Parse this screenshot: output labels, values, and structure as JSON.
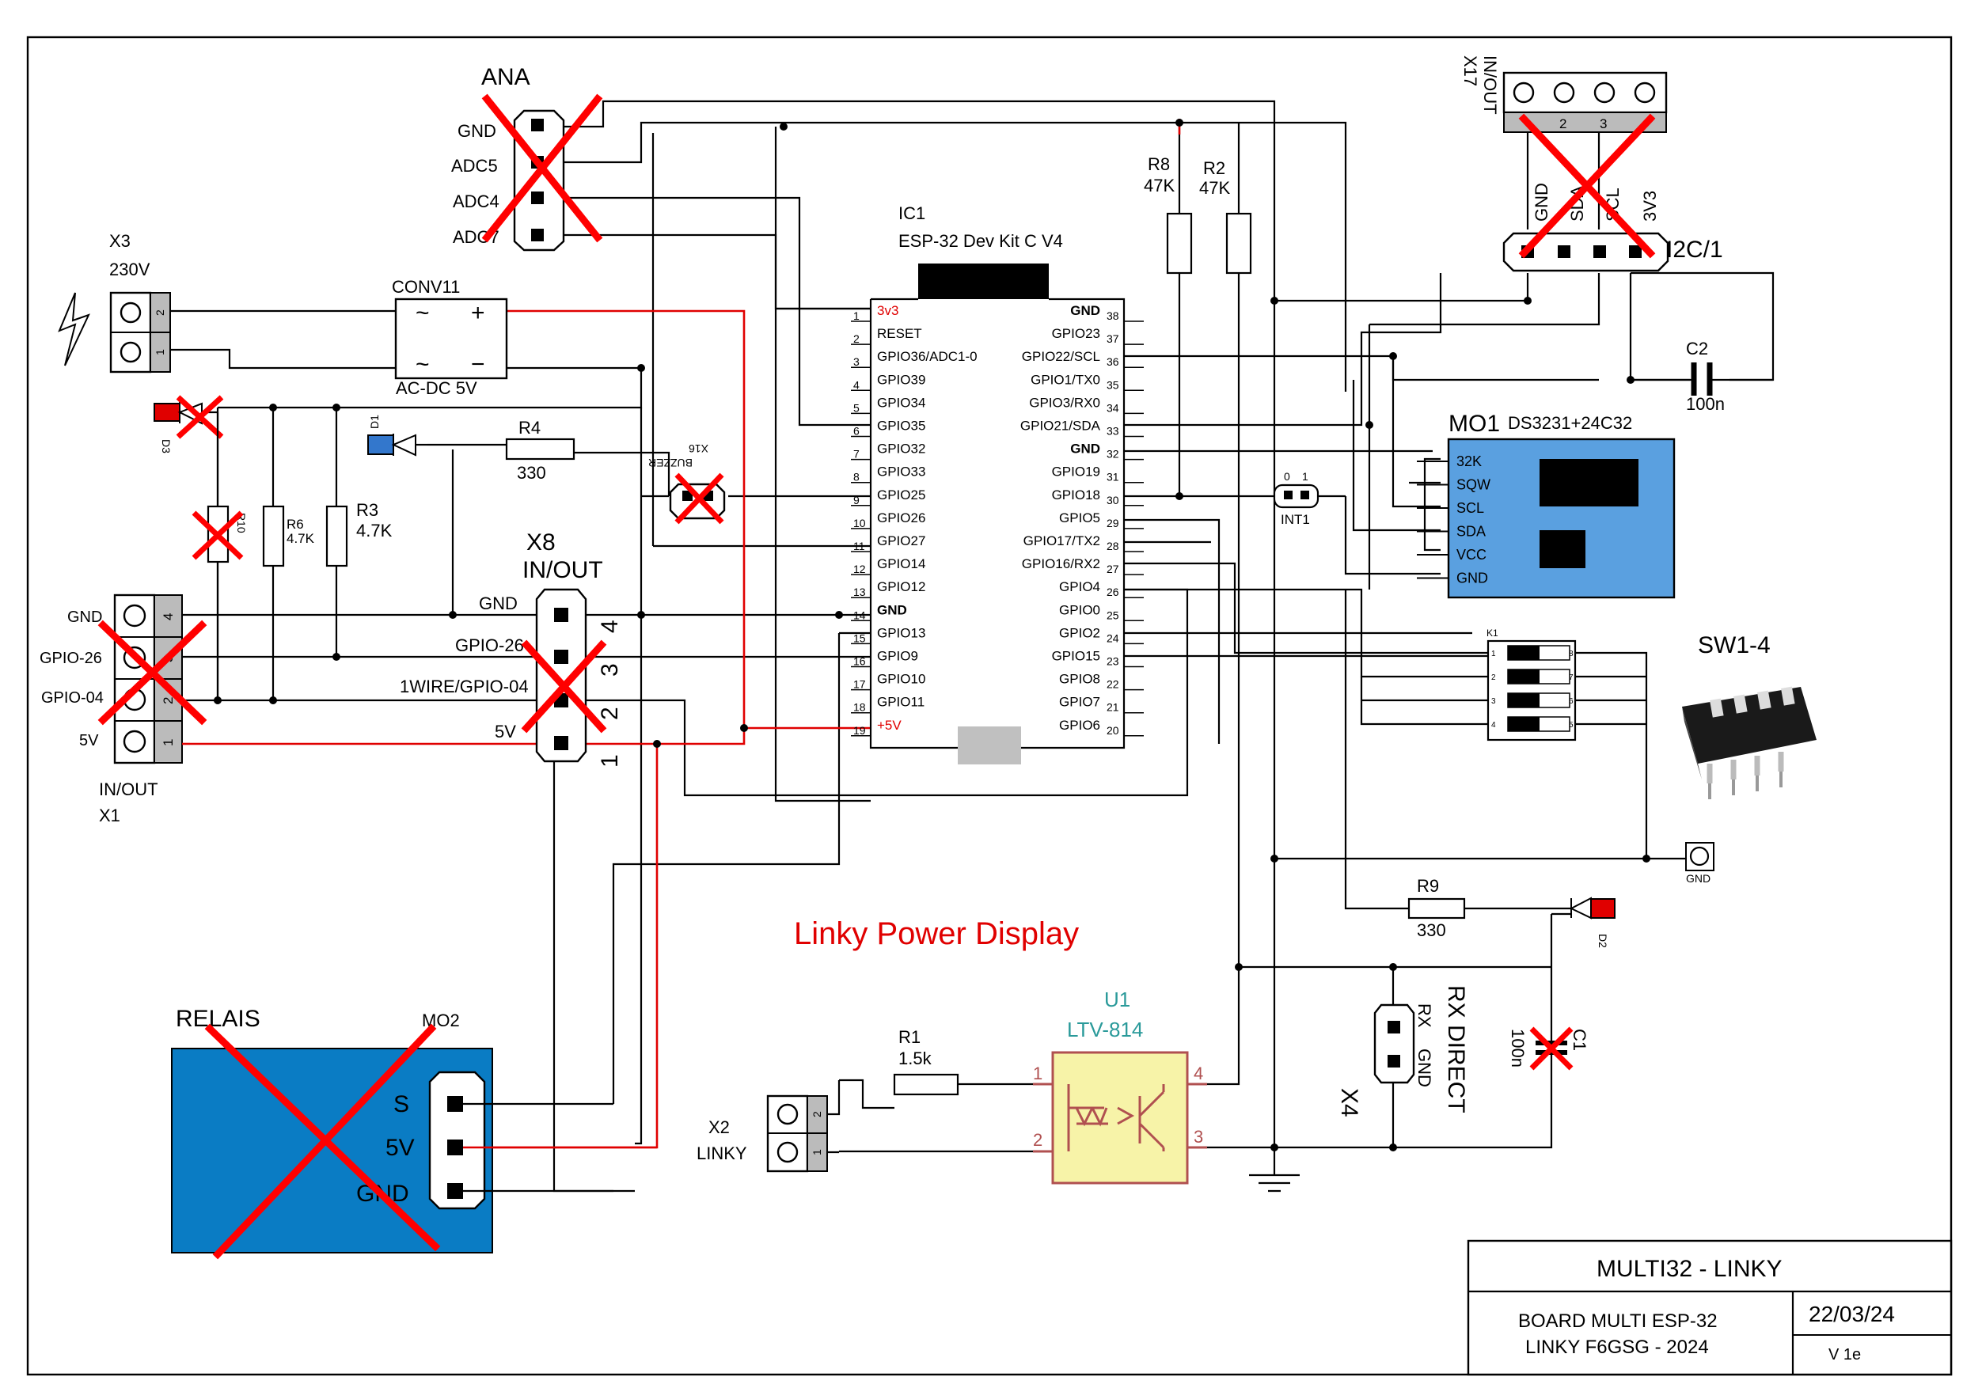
{
  "title": "Linky Power Display",
  "titleblock": {
    "name": "MULTI32 - LINKY",
    "desc1": "BOARD MULTI  ESP-32",
    "desc2": "LINKY   F6GSG -  2024",
    "date": "22/03/24",
    "version": "V 1e"
  },
  "ic1": {
    "ref": "IC1",
    "name": "ESP-32 Dev Kit C V4",
    "left_pins": [
      "3v3",
      "RESET",
      "GPIO36/ADC1-0",
      "GPIO39",
      "GPIO34",
      "GPIO35",
      "GPIO32",
      "GPIO33",
      "GPIO25",
      "GPIO26",
      "GPIO27",
      "GPIO14",
      "GPIO12",
      "GND",
      "GPIO13",
      "GPIO9",
      "GPIO10",
      "GPIO11",
      "+5V"
    ],
    "left_nums": [
      "1",
      "2",
      "3",
      "4",
      "5",
      "6",
      "7",
      "8",
      "9",
      "10",
      "11",
      "12",
      "13",
      "14",
      "15",
      "16",
      "17",
      "18",
      "19"
    ],
    "right_pins": [
      "GND",
      "GPIO23",
      "GPIO22/SCL",
      "GPIO1/TX0",
      "GPIO3/RX0",
      "GPIO21/SDA",
      "GND",
      "GPIO19",
      "GPIO18",
      "GPIO5",
      "GPIO17/TX2",
      "GPIO16/RX2",
      "GPIO4",
      "GPIO0",
      "GPIO2",
      "GPIO15",
      "GPIO8",
      "GPIO7",
      "GPIO6"
    ],
    "right_nums": [
      "38",
      "37",
      "36",
      "35",
      "34",
      "33",
      "32",
      "31",
      "30",
      "29",
      "28",
      "27",
      "26",
      "25",
      "24",
      "23",
      "22",
      "21",
      "20"
    ]
  },
  "ana": {
    "title": "ANA",
    "pins": [
      "GND",
      "ADC5",
      "ADC4",
      "ADC7"
    ]
  },
  "x17": {
    "ref": "X17",
    "sub": "IN/OUT",
    "nums": [
      "2",
      "3"
    ],
    "pins": [
      "GND",
      "SDA",
      "SCL",
      "3V3"
    ],
    "i2c": "I2C/1"
  },
  "x3": {
    "ref": "X3",
    "volt": "230V",
    "nums": [
      "2",
      "1"
    ]
  },
  "conv": {
    "ref": "CONV11",
    "type": "AC-DC 5V",
    "ac": "~",
    "plus": "+",
    "minus": "−"
  },
  "resistors": {
    "r8": [
      "R8",
      "47K"
    ],
    "r2": [
      "R2",
      "47K"
    ],
    "r4": [
      "R4",
      "330"
    ],
    "r6": [
      "R6",
      "4.7K"
    ],
    "r3": [
      "R3",
      "4.7K"
    ],
    "r10": "R10",
    "r1": [
      "R1",
      "1.5k"
    ],
    "r9": [
      "R9",
      "330"
    ]
  },
  "d1": "D1",
  "d3": "D3",
  "d2": "D2",
  "buzzer": {
    "ref": "X16",
    "name": "BUZZER"
  },
  "c2": [
    "C2",
    "100n"
  ],
  "c1": [
    "C1",
    "100n"
  ],
  "mo1": {
    "ref": "MO1",
    "name": "DS3231+24C32",
    "pins": [
      "32K",
      "SQW",
      "SCL",
      "SDA",
      "VCC",
      "GND"
    ]
  },
  "int1": {
    "ref": "INT1",
    "nums": [
      "0",
      "1"
    ]
  },
  "x8": {
    "ref": "X8",
    "sub": "IN/OUT",
    "labels": [
      "GND",
      "GPIO-26",
      "1WIRE/GPIO-04",
      "5V"
    ],
    "nums": [
      "4",
      "3",
      "2",
      "1"
    ]
  },
  "x1": {
    "ref": "X1",
    "sub": "IN/OUT",
    "labels": [
      "GND",
      "GPIO-26",
      "GPIO-04",
      "5V"
    ],
    "nums": [
      "4",
      "3",
      "2",
      "1"
    ]
  },
  "k1": {
    "ref": "K1",
    "left": [
      "1",
      "2",
      "3",
      "4"
    ],
    "right": [
      "8",
      "7",
      "6",
      "5"
    ]
  },
  "sw": "SW1-4",
  "gnd_term": "GND",
  "relais": {
    "title": "RELAIS",
    "ref": "MO2",
    "pins": [
      "S",
      "5V",
      "GND"
    ]
  },
  "u1": {
    "ref": "U1",
    "name": "LTV-814",
    "pins": [
      "1",
      "2",
      "4",
      "3"
    ]
  },
  "x2": {
    "ref": "X2",
    "name": "LINKY",
    "nums": [
      "2",
      "1"
    ]
  },
  "x4": {
    "ref": "X4",
    "title": "RX DIRECT",
    "pins": [
      "RX",
      "GND"
    ]
  },
  "colors": {
    "wire": "#000000",
    "power": "#e00000",
    "cross": "#ff0000",
    "module": "#5aa0e0",
    "relay": "#0a7cc4",
    "opto": "#f7f3a8"
  }
}
